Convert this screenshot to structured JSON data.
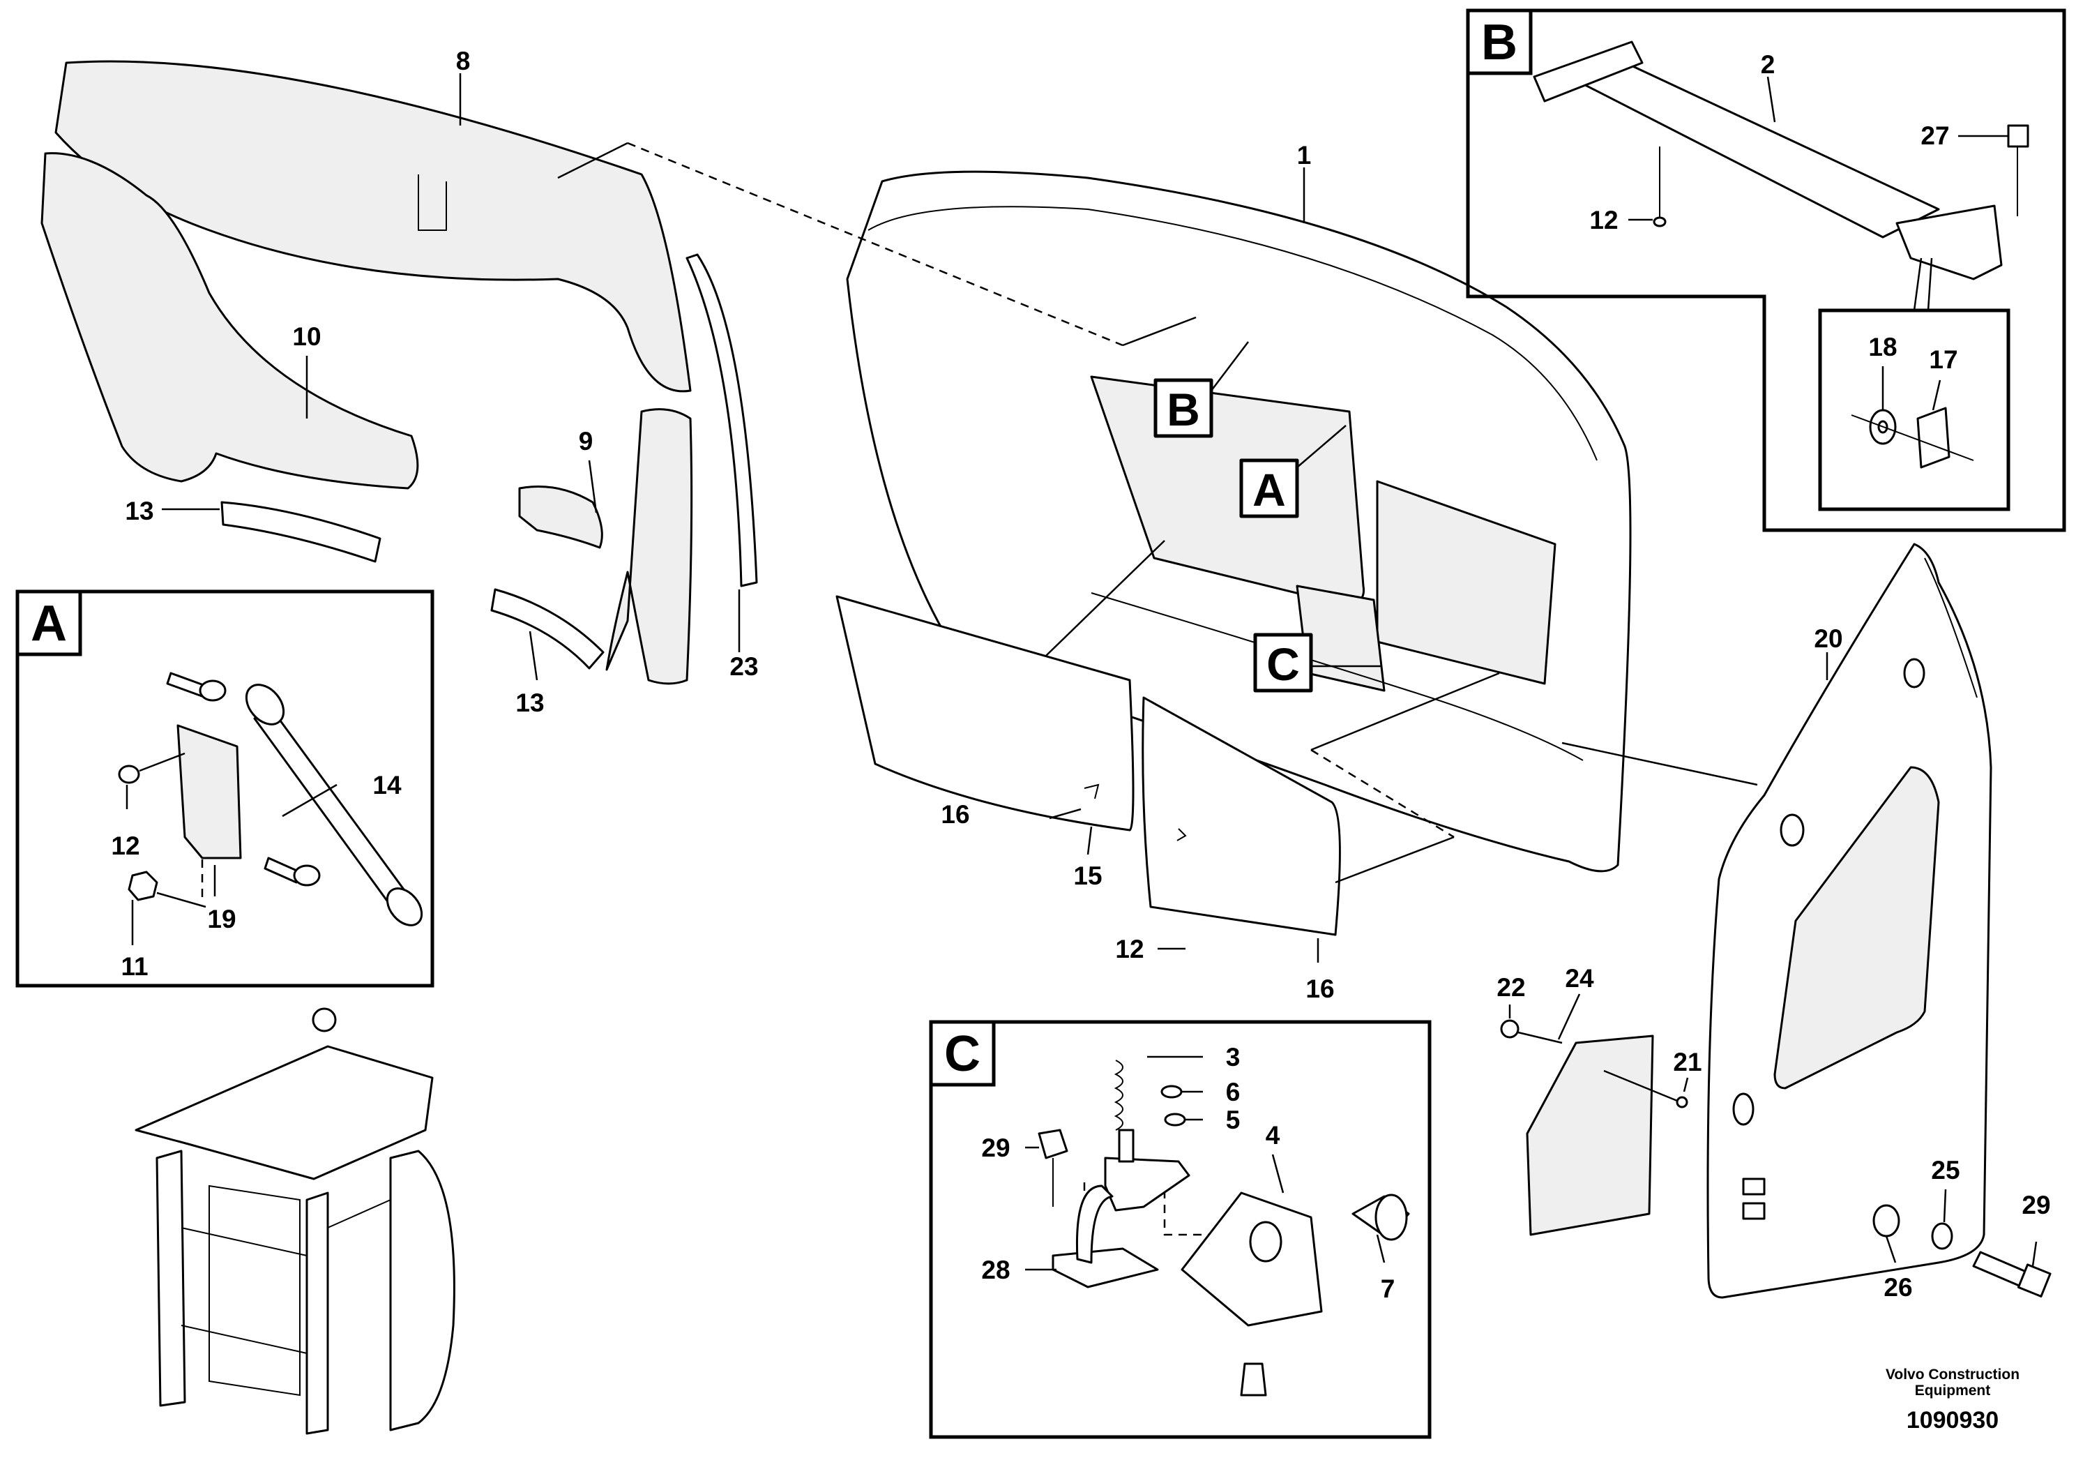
{
  "insets": {
    "a": {
      "letter": "A"
    },
    "b": {
      "letter": "B"
    },
    "c": {
      "letter": "C"
    }
  },
  "callouts": {
    "a": "A",
    "b": "B",
    "c": "C"
  },
  "labels": {
    "p1": "1",
    "p2": "2",
    "p3": "3",
    "p4": "4",
    "p5": "5",
    "p6": "6",
    "p7": "7",
    "p8": "8",
    "p9": "9",
    "p10": "10",
    "p11": "11",
    "p12_a": "12",
    "p12_b": "12",
    "p12_main": "12",
    "p13_top": "13",
    "p13_bottom": "13",
    "p14": "14",
    "p15": "15",
    "p16_left": "16",
    "p16_right": "16",
    "p17": "17",
    "p18": "18",
    "p19": "19",
    "p20": "20",
    "p21": "21",
    "p22": "22",
    "p23": "23",
    "p24": "24",
    "p25": "25",
    "p26": "26",
    "p27": "27",
    "p28": "28",
    "p29_c": "29",
    "p29_right": "29"
  },
  "footer": {
    "maker_line1": "Volvo Construction",
    "maker_line2": "Equipment",
    "doc_number": "1090930"
  }
}
